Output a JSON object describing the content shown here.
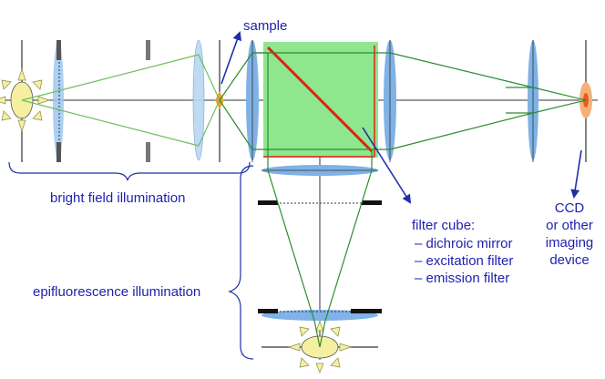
{
  "labels": {
    "sample": "sample",
    "bright_field": "bright field illumination",
    "epifluorescence": "epifluorescence illumination",
    "filter_cube_title": "filter cube:",
    "filter_items": [
      "– dichroic mirror",
      "– excitation filter",
      "– emission filter"
    ],
    "ccd_lines": [
      "CCD",
      "or other",
      "imaging",
      "device"
    ]
  },
  "colors": {
    "label_text": "#1f1fae",
    "arrow": "#1f2fa8",
    "brace": "#1f2fa8",
    "light_ray": "#2e8b2e",
    "light_ray_light": "#6fbf5f",
    "filter_cube": "#8ee68e",
    "dichroic_mirror": "#e02010",
    "lens": "#7fb2e6",
    "lamp": "#f5f0a0",
    "ccd": "#f5b07a"
  },
  "icons": {
    "lamp_bright": "sun-lamp-icon",
    "lamp_epi": "sun-lamp-icon",
    "detector": "ccd-chip-icon"
  }
}
